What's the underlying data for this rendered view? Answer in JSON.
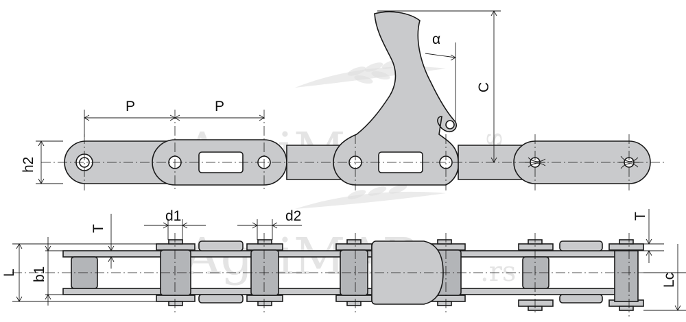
{
  "labels": {
    "pitch_1": "P",
    "pitch_2": "P",
    "height_h2": "h2",
    "angle": "α",
    "attachment_height": "C",
    "pin_d1": "d1",
    "roller_d2": "d2",
    "plate_T_left": "T",
    "plate_T_right": "T",
    "width_L": "L",
    "inner_width_b1": "b1",
    "width_Lc": "Lc"
  },
  "watermark": {
    "brand": "AgriMAR",
    "domain_suffix": ".rs"
  }
}
